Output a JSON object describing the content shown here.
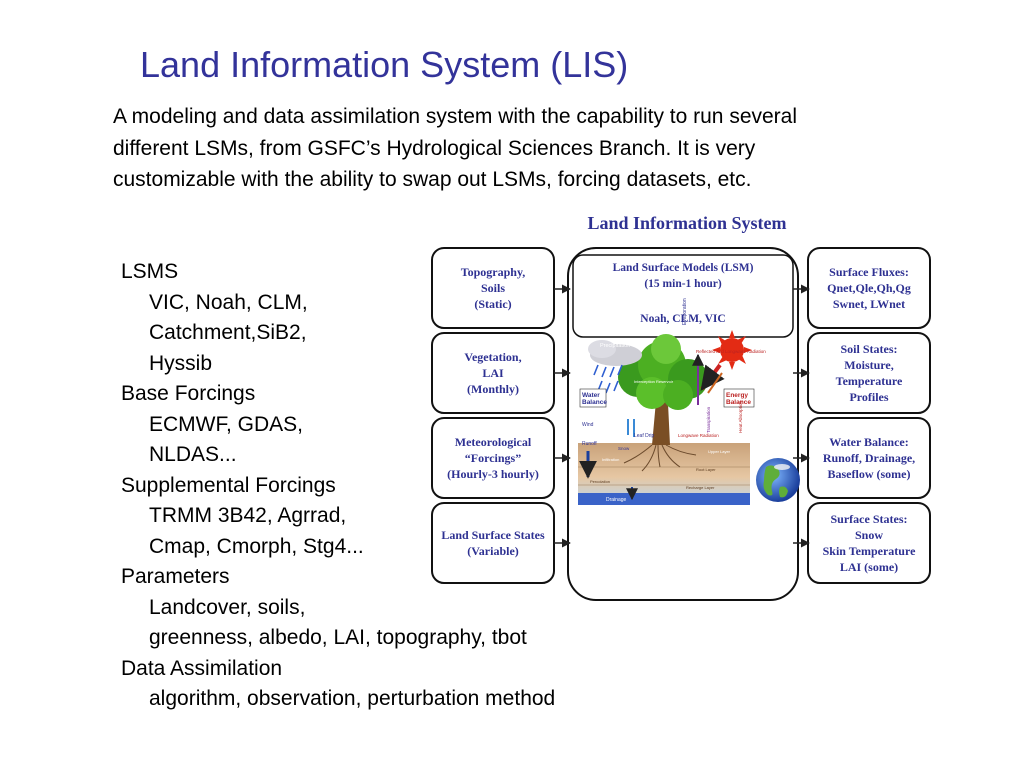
{
  "slide": {
    "title": "Land Information System (LIS)",
    "intro_lines": [
      "A modeling and data assimilation system with the capability to run several",
      "different LSMs, from GSFC’s Hydrological Sciences Branch.  It is very",
      "customizable with the ability to swap out LSMs, forcing datasets, etc."
    ]
  },
  "outline": [
    {
      "heading": "LSMS",
      "items": [
        "VIC, Noah, CLM,",
        "Catchment,SiB2,",
        "Hyssib"
      ]
    },
    {
      "heading": "Base Forcings",
      "items": [
        "ECMWF, GDAS,",
        "NLDAS..."
      ]
    },
    {
      "heading": "Supplemental Forcings",
      "items": [
        "TRMM 3B42, Agrrad,",
        "Cmap, Cmorph, Stg4..."
      ]
    },
    {
      "heading": "Parameters",
      "items": [
        "Landcover, soils,",
        "greenness, albedo, LAI, topography, tbot"
      ]
    },
    {
      "heading": "Data Assimilation",
      "items": [
        "algorithm, observation, perturbation method"
      ]
    }
  ],
  "diagram": {
    "title": "Land Information System",
    "accent_color": "#2e3192",
    "inputs": [
      [
        "Topography,",
        "Soils",
        "(Static)"
      ],
      [
        "Vegetation,",
        "LAI",
        "(Monthly)"
      ],
      [
        "Meteorological",
        "“Forcings”",
        "(Hourly-3 hourly)"
      ],
      [
        "Land Surface States",
        "(Variable)"
      ]
    ],
    "center": {
      "lines": [
        "Land Surface Models (LSM)",
        "(15 min-1 hour)"
      ],
      "models": "Noah, CLM, VIC"
    },
    "outputs": [
      [
        "Surface Fluxes:",
        "Qnet,Qle,Qh,Qg",
        "Swnet, LWnet"
      ],
      [
        "Soil States:",
        "Moisture,",
        "Temperature",
        "Profiles"
      ],
      [
        "Water Balance:",
        "Runoff, Drainage,",
        "Baseflow (some)"
      ],
      [
        "Surface States:",
        "Snow",
        "Skin Temperature",
        "LAI (some)"
      ]
    ],
    "illustration": {
      "precipitation": "Precipitation",
      "evaporation": "Evaporation",
      "reflected": "Reflected and Longwave Radiation",
      "water_balance": [
        "Water",
        "Balance"
      ],
      "energy_balance": [
        "Energy",
        "Balance"
      ],
      "interception": "Interception Reservoir",
      "wind": "Wind",
      "leaf_drip": "Leaf Drip",
      "transpiration": "Transpiration",
      "longwave": "Longwave Radiation",
      "heat": "Heat Absorption",
      "runoff": "Runoff",
      "snow": "Snow",
      "infiltration": "Infiltration",
      "upper_layer": "Upper Layer",
      "root_layer": "Root Layer",
      "percolation": "Percolation",
      "recharge_layer": "Recharge Layer",
      "drainage": "Drainage"
    }
  }
}
